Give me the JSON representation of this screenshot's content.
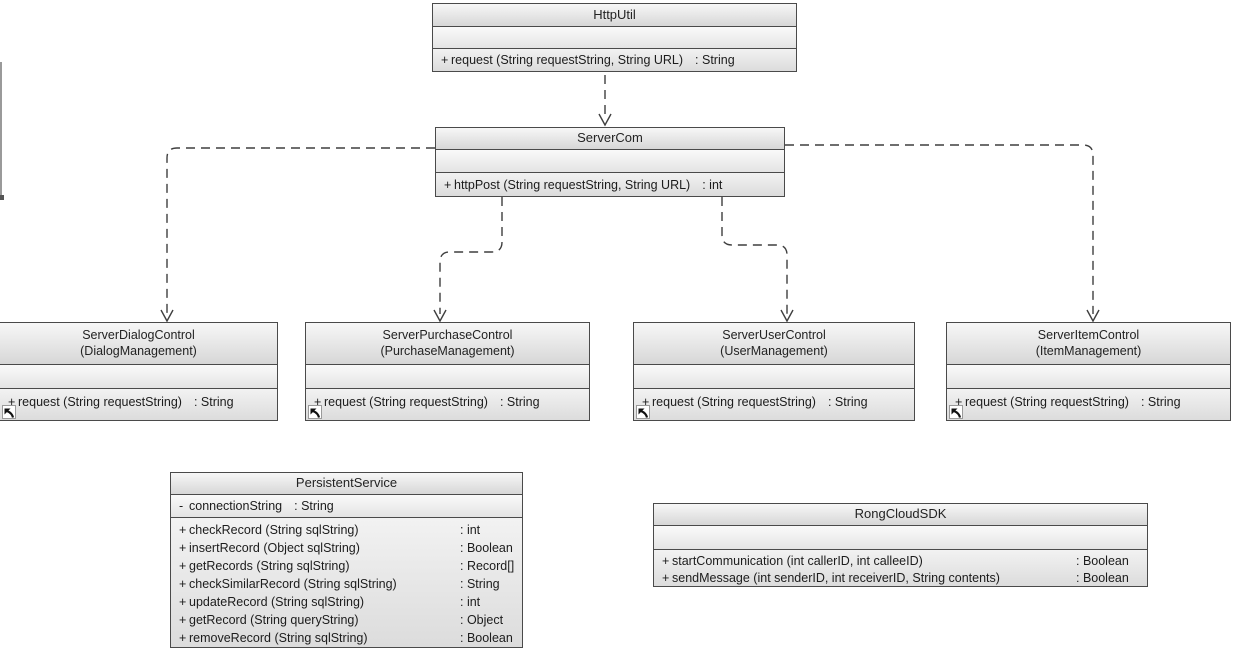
{
  "diagram": {
    "type": "uml-class-diagram",
    "colors": {
      "border": "#4a4a4a",
      "title_fill_top": "#f7f7f7",
      "title_fill_bottom": "#d7d7d7",
      "compartment_fill": "#ededed",
      "connector": "#3f3f3f",
      "background": "#ffffff"
    },
    "classes": {
      "http_util": {
        "title": "HttpUtil",
        "method": {
          "visibility": "+",
          "signature": "request (String requestString, String URL)",
          "return_type": ": String"
        }
      },
      "server_com": {
        "title": "ServerCom",
        "method": {
          "visibility": "+",
          "signature": "httpPost (String requestString, String URL)",
          "return_type": ": int"
        }
      },
      "server_dialog_control": {
        "title": "ServerDialogControl",
        "subtitle": "(DialogManagement)",
        "method": {
          "visibility": "+",
          "signature": "request (String requestString)",
          "return_type": ": String"
        }
      },
      "server_purchase_control": {
        "title": "ServerPurchaseControl",
        "subtitle": "(PurchaseManagement)",
        "method": {
          "visibility": "+",
          "signature": "request (String requestString)",
          "return_type": ": String"
        }
      },
      "server_user_control": {
        "title": "ServerUserControl",
        "subtitle": "(UserManagement)",
        "method": {
          "visibility": "+",
          "signature": "request (String requestString)",
          "return_type": ": String"
        }
      },
      "server_item_control": {
        "title": "ServerItemControl",
        "subtitle": "(ItemManagement)",
        "method": {
          "visibility": "+",
          "signature": "request (String requestString)",
          "return_type": ": String"
        }
      },
      "persistent_service": {
        "title": "PersistentService",
        "attribute": {
          "visibility": "-",
          "name": "connectionString",
          "type": ": String"
        },
        "methods": [
          {
            "visibility": "+",
            "signature": "checkRecord (String sqlString)",
            "return_type": ": int"
          },
          {
            "visibility": "+",
            "signature": "insertRecord (Object sqlString)",
            "return_type": ": Boolean"
          },
          {
            "visibility": "+",
            "signature": "getRecords (String sqlString)",
            "return_type": ": Record[]"
          },
          {
            "visibility": "+",
            "signature": "checkSimilarRecord (String sqlString)",
            "return_type": ": String"
          },
          {
            "visibility": "+",
            "signature": "updateRecord (String sqlString)",
            "return_type": ": int"
          },
          {
            "visibility": "+",
            "signature": "getRecord (String queryString)",
            "return_type": ": Object"
          },
          {
            "visibility": "+",
            "signature": "removeRecord (String sqlString)",
            "return_type": ": Boolean"
          }
        ]
      },
      "rong_cloud_sdk": {
        "title": "RongCloudSDK",
        "methods": [
          {
            "visibility": "+",
            "signature": "startCommunication (int callerID, int calleeID)",
            "return_type": ": Boolean"
          },
          {
            "visibility": "+",
            "signature": "sendMessage (int senderID, int receiverID, String contents)",
            "return_type": ": Boolean"
          }
        ]
      }
    },
    "relations": [
      {
        "from": "HttpUtil",
        "to": "ServerCom",
        "type": "dependency",
        "style": "dashed-open-arrow"
      },
      {
        "from": "ServerCom",
        "to": "ServerDialogControl",
        "type": "dependency",
        "style": "dashed-open-arrow"
      },
      {
        "from": "ServerCom",
        "to": "ServerPurchaseControl",
        "type": "dependency",
        "style": "dashed-open-arrow"
      },
      {
        "from": "ServerCom",
        "to": "ServerUserControl",
        "type": "dependency",
        "style": "dashed-open-arrow"
      },
      {
        "from": "ServerCom",
        "to": "ServerItemControl",
        "type": "dependency",
        "style": "dashed-open-arrow"
      }
    ]
  }
}
